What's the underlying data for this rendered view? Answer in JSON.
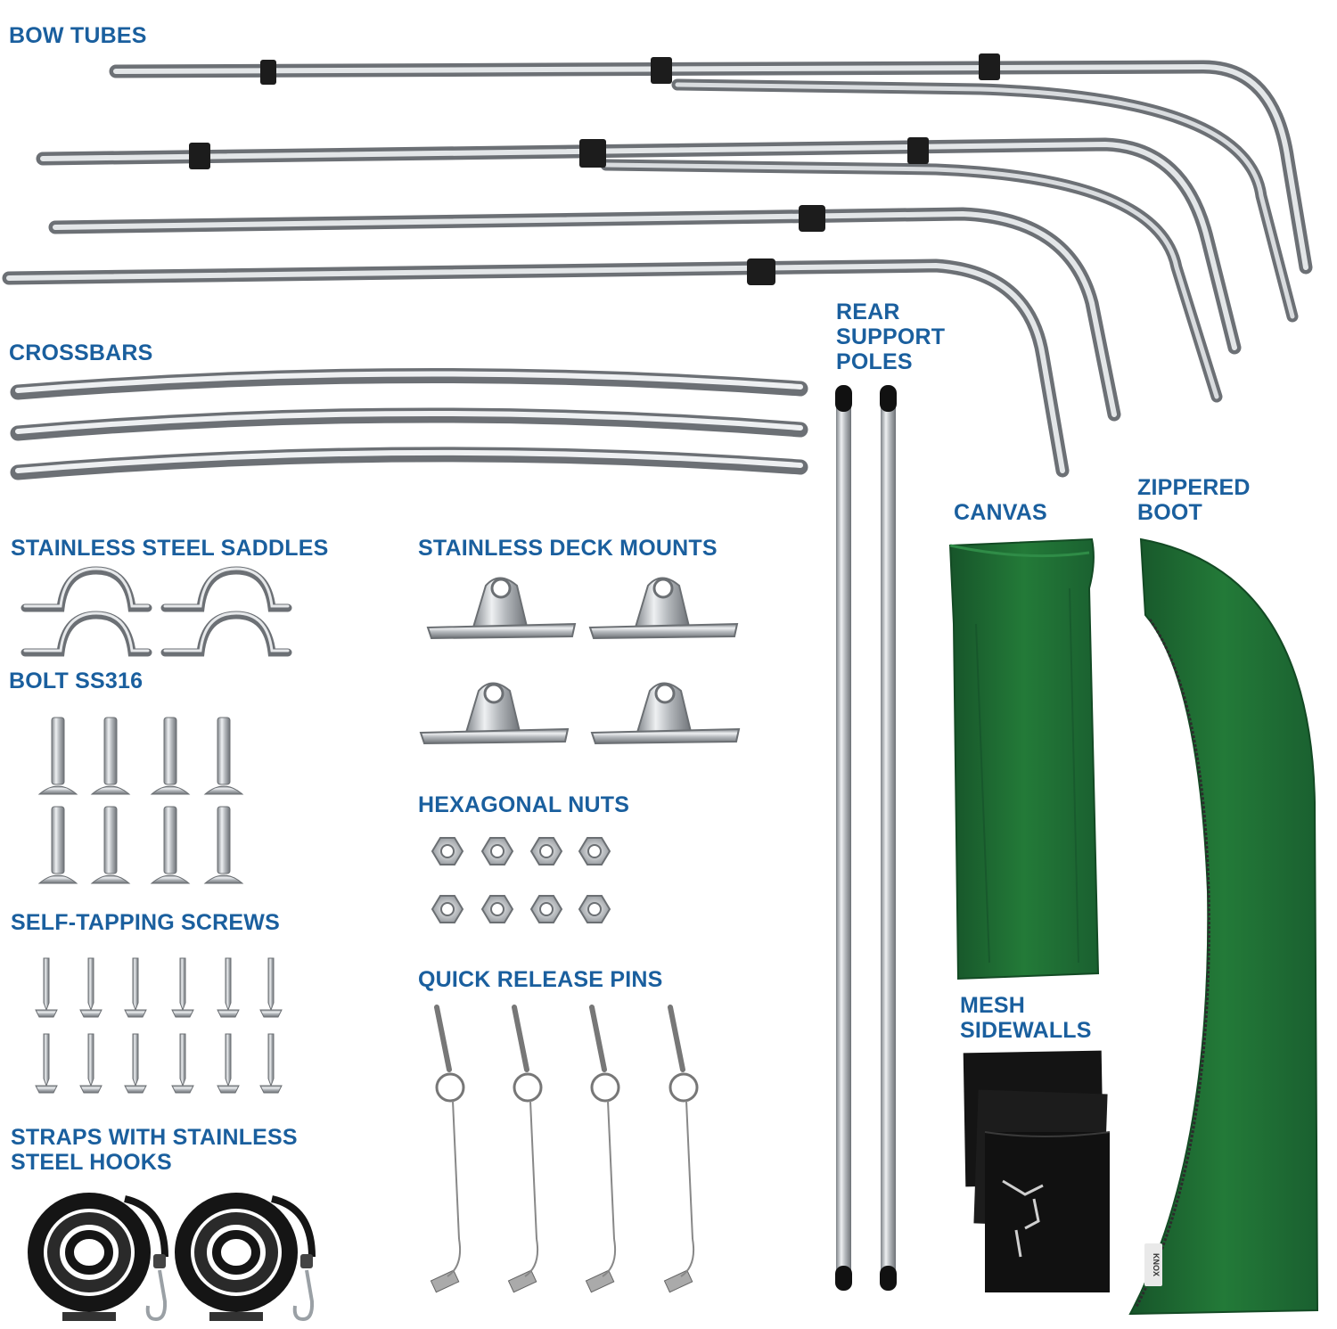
{
  "labels": {
    "bow_tubes": "BOW TUBES",
    "crossbars": "CROSSBARS",
    "rear_support_poles": [
      "REAR",
      "SUPPORT",
      "POLES"
    ],
    "canvas": "CANVAS",
    "zippered_boot": [
      "ZIPPERED",
      "BOOT"
    ],
    "stainless_steel_saddles": "STAINLESS STEEL SADDLES",
    "stainless_deck_mounts": "STAINLESS DECK MOUNTS",
    "bolt_ss316": "BOLT SS316",
    "hexagonal_nuts": "HEXAGONAL NUTS",
    "self_tapping_screws": "SELF-TAPPING SCREWS",
    "quick_release_pins": "QUICK RELEASE PINS",
    "mesh_sidewalls": [
      "MESH",
      "SIDEWALLS"
    ],
    "straps_with_stainless_steel_hooks": [
      "STRAPS WITH STAINLESS",
      "STEEL HOOKS"
    ]
  },
  "brand_mark": "KNOX",
  "quantities": {
    "bow_tubes": 4,
    "crossbars": 3,
    "rear_support_poles": 2,
    "saddles": 4,
    "deck_mounts": 4,
    "bolts": 8,
    "hex_nuts": 8,
    "screws": 12,
    "quick_release_pins": 4,
    "straps": 2
  },
  "colors": {
    "label_blue": "#1a5f9e",
    "canvas_green": "#1f6b32",
    "steel": "#c4c8cc",
    "black": "#1a1a1a"
  }
}
